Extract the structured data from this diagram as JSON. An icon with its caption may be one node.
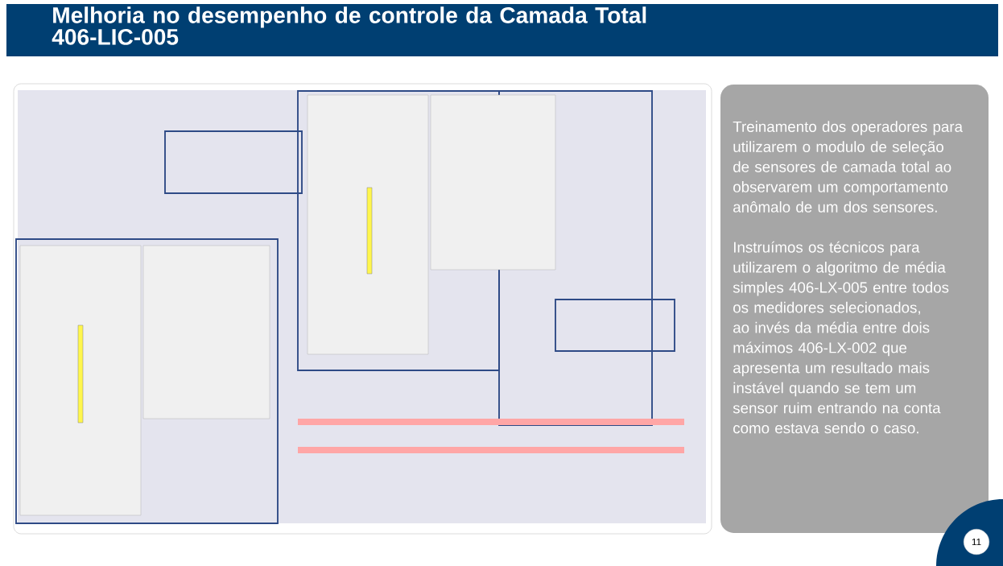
{
  "diagram": {
    "title": "Melhoria no desempenho de controle da Camada Total 406-LIC-005",
    "nodes": [
      {
        "text": [],
        "shape": "picture"
      },
      {
        "text": [
          "Treinamento dos operadores para utilizarem o modulo de seleção de sensores de camada total ao observarem um comportamento anômalo de um dos sensores.",
          "Instruímos os técnicos para utilizarem o algoritmo de média simples 406-LX-005 entre todos os medidores selecionados, ao invés da média entre dois máximos 406-LX-002 que apresenta um resultado mais instável quando se tem um sensor ruim entrando na conta como estava sendo o caso."
        ]
      }
    ],
    "labels": [
      "11"
    ]
  }
}
